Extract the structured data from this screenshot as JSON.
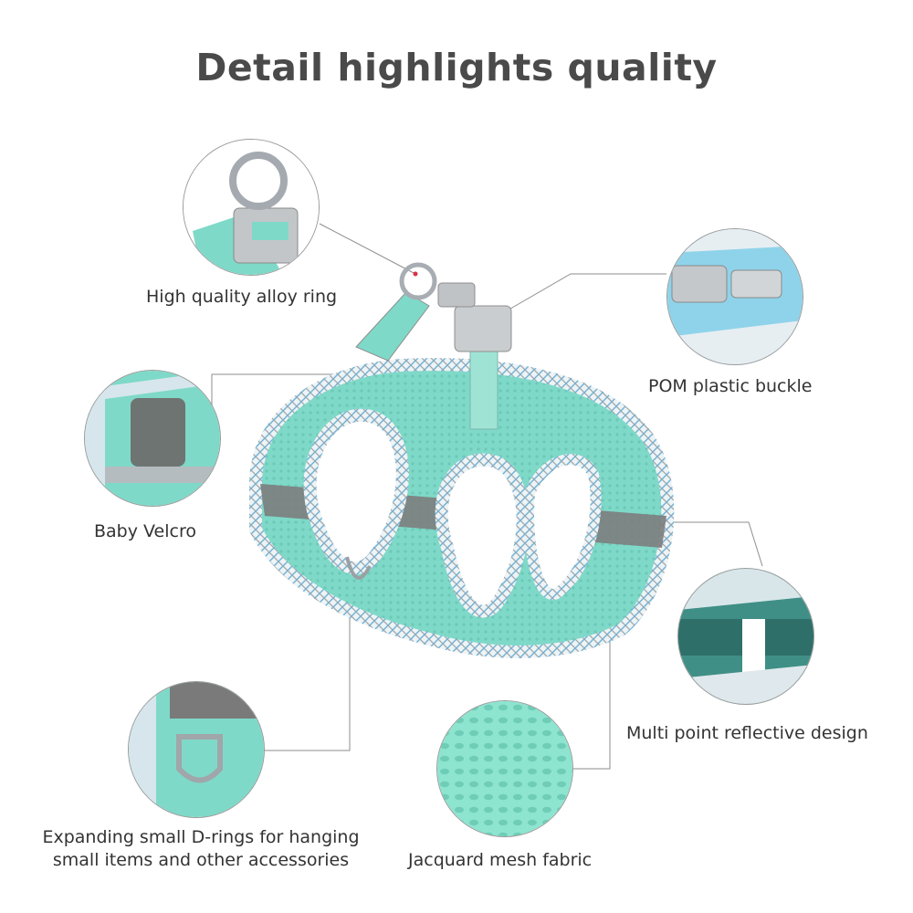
{
  "title": "Detail highlights quality",
  "features": {
    "alloy_ring": "High quality alloy ring",
    "buckle": "POM plastic buckle",
    "velcro": "Baby Velcro",
    "reflective": "Multi point reflective design",
    "d_rings_line1": "Expanding small D-rings for hanging",
    "d_rings_line2": "small items and other accessories",
    "mesh": "Jacquard mesh fabric"
  },
  "colors": {
    "mint": "#7fd9c8",
    "mint_dark": "#4fb8a5",
    "reflective_grey": "#7d7d7d",
    "plaid_blue": "#6fb3d8",
    "marker_red": "#d9304a"
  }
}
